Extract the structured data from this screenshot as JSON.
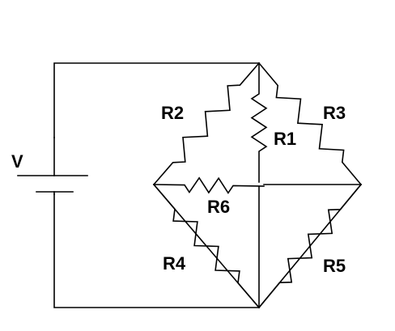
{
  "source_label": "V",
  "resistors": [
    {
      "id": "r1",
      "label": "R1"
    },
    {
      "id": "r2",
      "label": "R2"
    },
    {
      "id": "r3",
      "label": "R3"
    },
    {
      "id": "r4",
      "label": "R4"
    },
    {
      "id": "r5",
      "label": "R5"
    },
    {
      "id": "r6",
      "label": "R6"
    }
  ]
}
